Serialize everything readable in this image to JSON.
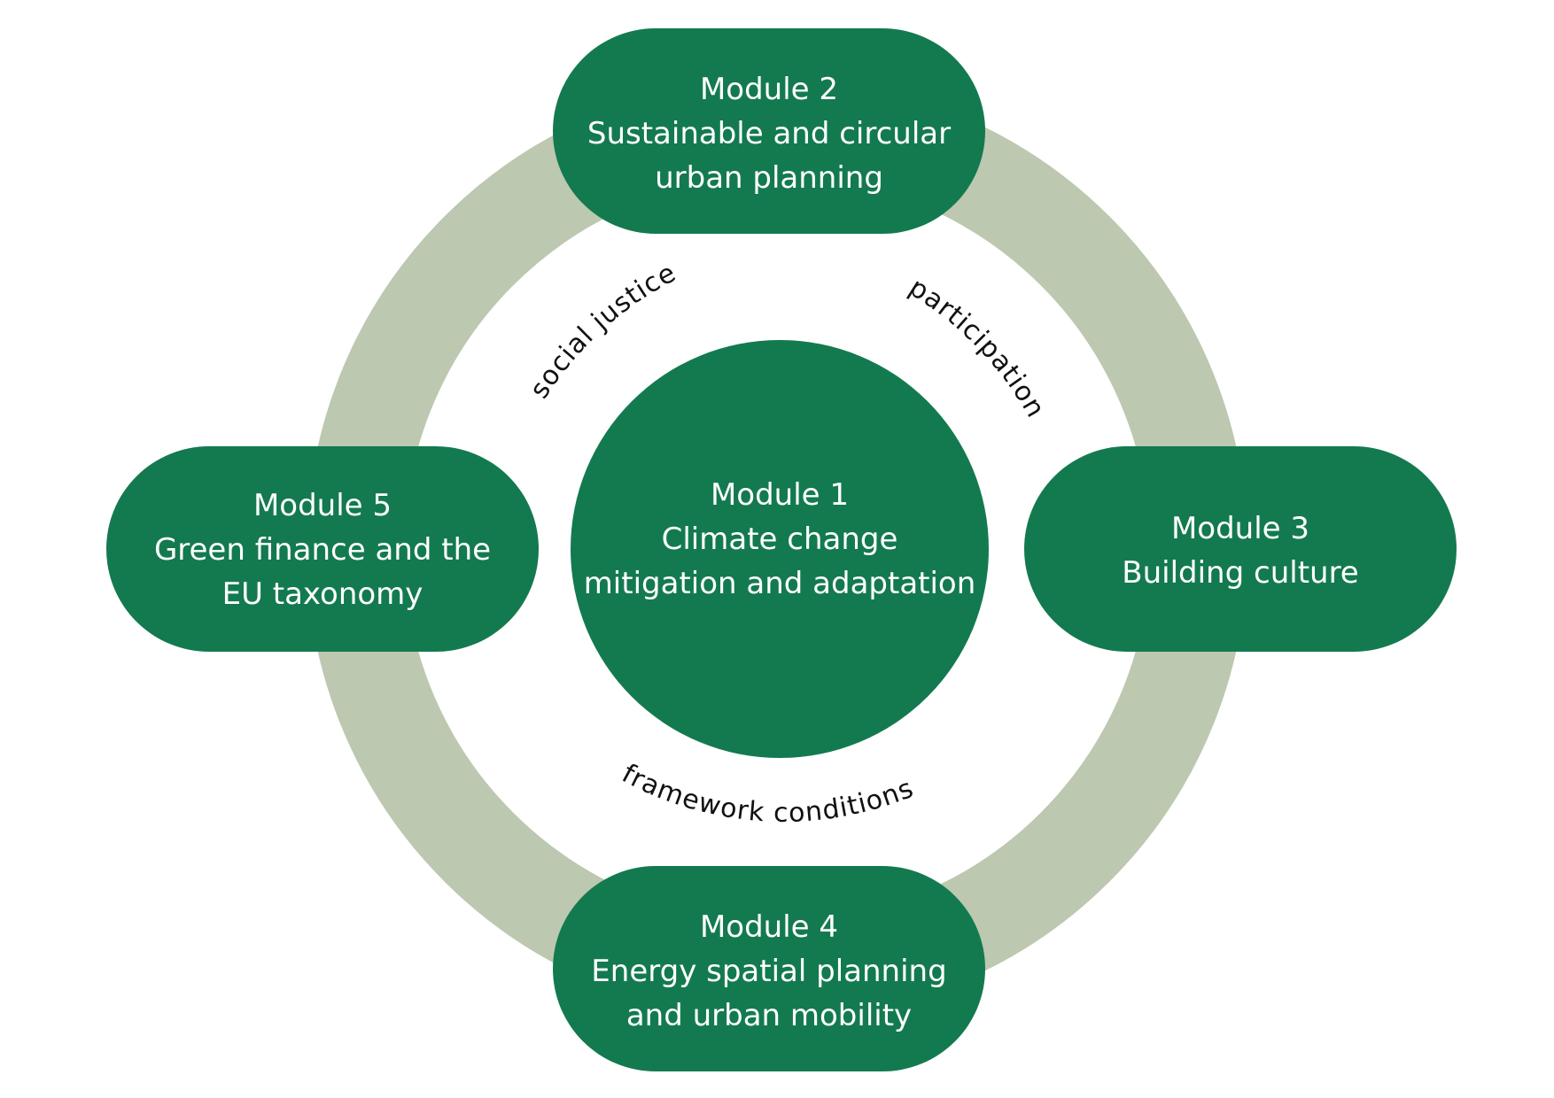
{
  "colors": {
    "ring": "#bcc8b0",
    "module_fill": "#137a4f",
    "module_text": "#ffffff",
    "theme_text": "#111111",
    "background": "#ffffff"
  },
  "center": {
    "title": "Module 1",
    "line1": "Climate change",
    "line2": "mitigation and adaptation"
  },
  "modules": {
    "top": {
      "title": "Module 2",
      "line1": "Sustainable and circular",
      "line2": "urban planning"
    },
    "right": {
      "title": "Module 3",
      "line1": "Building culture"
    },
    "bottom": {
      "title": "Module 4",
      "line1": "Energy spatial planning",
      "line2": "and urban mobility"
    },
    "left": {
      "title": "Module 5",
      "line1": "Green finance and the",
      "line2": "EU taxonomy"
    }
  },
  "themes": {
    "upper_left": "social justice",
    "upper_right": "participation",
    "bottom": "framework conditions"
  }
}
